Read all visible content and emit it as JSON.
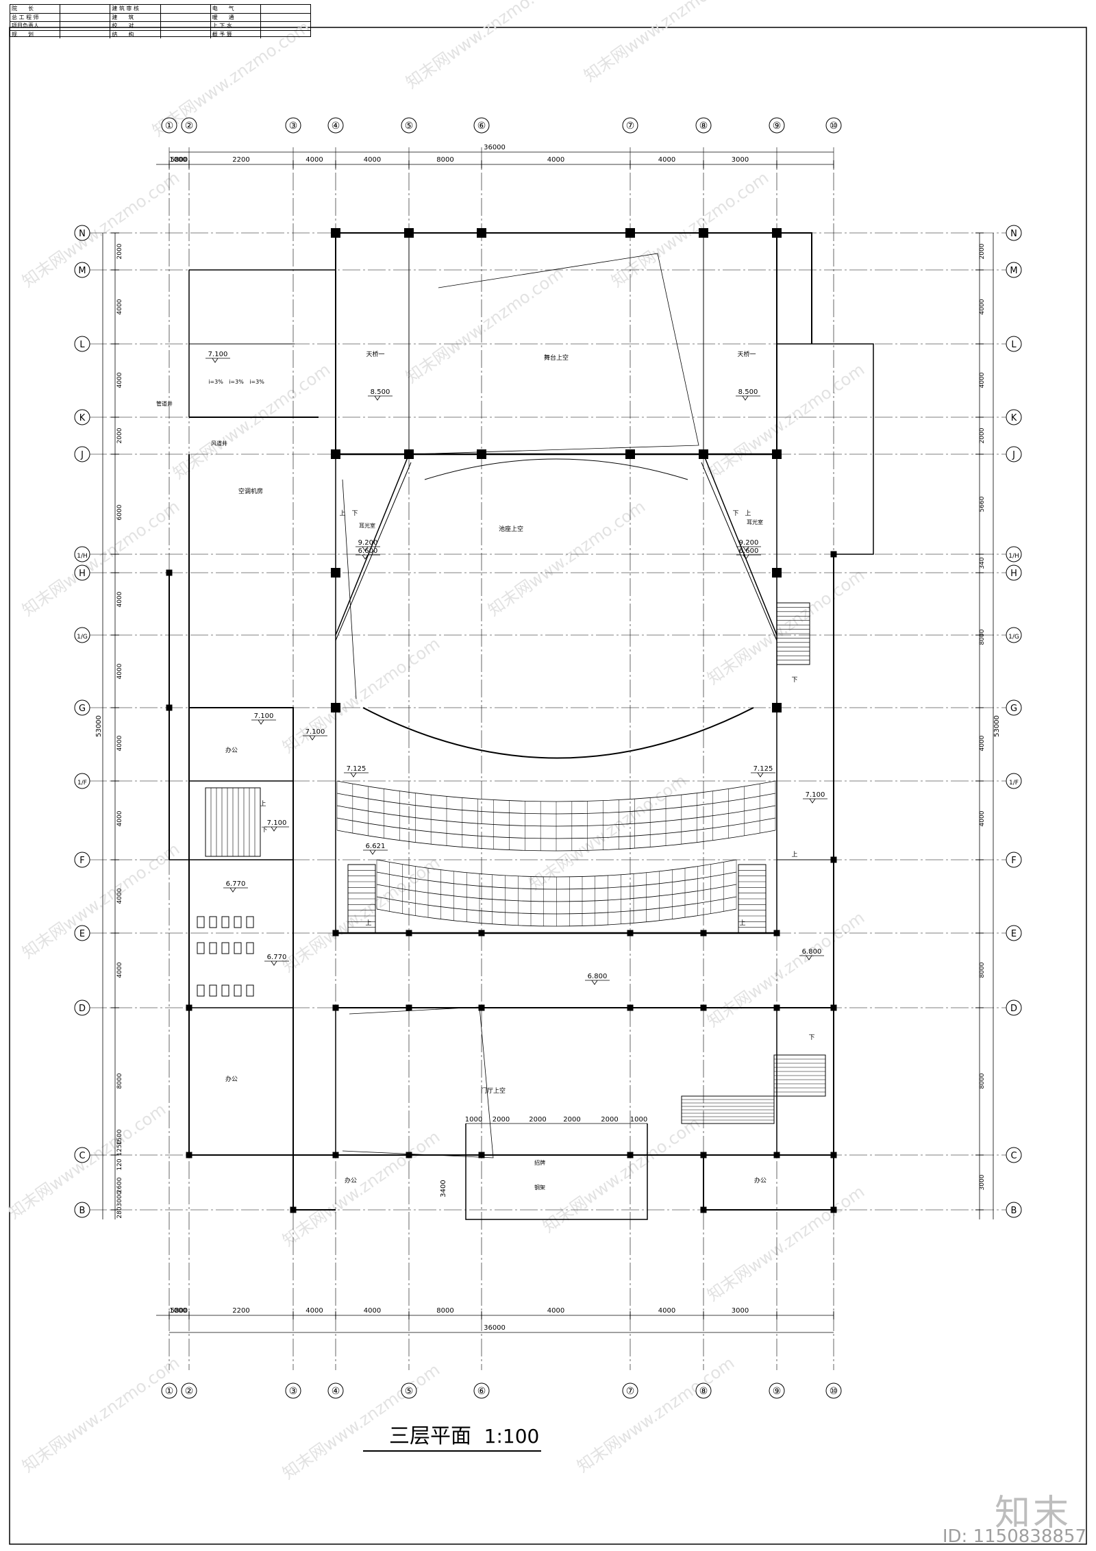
{
  "title_block": {
    "rows": [
      [
        "院　　长",
        "",
        "建 筑 审 核",
        "",
        "电　　气",
        ""
      ],
      [
        "总 工 程 师",
        "",
        "建　　筑",
        "",
        "暖　　通",
        ""
      ],
      [
        "项目负责人",
        "",
        "校　　对",
        "",
        "上 下 水",
        ""
      ],
      [
        "规　　划",
        "",
        "结　　构",
        "",
        "概 予 算",
        ""
      ]
    ]
  },
  "column_axes": [
    "①",
    "②",
    "③",
    "④",
    "⑤",
    "⑥",
    "⑦",
    "⑧",
    "⑨",
    "⑩"
  ],
  "row_axes": [
    "N",
    "M",
    "L",
    "K",
    "J",
    "1/H",
    "H",
    "1/G",
    "G",
    "1/F",
    "F",
    "E",
    "D",
    "C",
    "B"
  ],
  "top_dimensions": {
    "total": "36000",
    "segments": [
      "1000",
      "5800",
      "2200",
      "4000",
      "4000",
      "8000",
      "4000",
      "4000",
      "3000"
    ]
  },
  "bottom_dimensions": {
    "total": "36000",
    "segments": [
      "1000",
      "5800",
      "2200",
      "4000",
      "4000",
      "8000",
      "4000",
      "4000",
      "3000"
    ]
  },
  "left_dimensions": {
    "total": "53000",
    "segments": [
      "2000",
      "4000",
      "4000",
      "2000",
      "6000",
      "4000",
      "4000",
      "4000",
      "4000",
      "4000",
      "4000",
      "8000",
      "1500",
      "1250",
      "120",
      "2600",
      "3000",
      "280"
    ]
  },
  "right_dimensions": {
    "total": "53000",
    "segments": [
      "2000",
      "4000",
      "4000",
      "2000",
      "5660",
      "340",
      "8000",
      "4000",
      "4000",
      "8000",
      "8000",
      "3000"
    ]
  },
  "entrance_dimensions": [
    "1000",
    "2000",
    "2000",
    "2000",
    "2000",
    "1000"
  ],
  "entrance_depth": "3400",
  "room_labels": {
    "bridge": "天桥一",
    "stage_void": "舞台上空",
    "ac_room": "空调机房",
    "ear_light": "耳光室",
    "pit_void": "池座上空",
    "office": "办公",
    "lobby_void": "门厅上空",
    "sign": "招牌",
    "canopy": "钢架",
    "pipe_shaft": "管道井",
    "air_shaft": "风道井",
    "up": "上",
    "down": "下",
    "slope": "i=3%"
  },
  "elevations": {
    "roof": "7.100",
    "bridge": "8.500",
    "ear_top": "9.200",
    "ear_low": "6.600",
    "gallery": "7.125",
    "balcony": "6.621",
    "toilet": "6.770",
    "floor": "6.800"
  },
  "drawing_title": "三层平面",
  "scale": "1:100",
  "watermark": {
    "site": "www.znzmo.com",
    "brand": "知末网",
    "logo": "知末",
    "id": "ID: 1150838857"
  }
}
